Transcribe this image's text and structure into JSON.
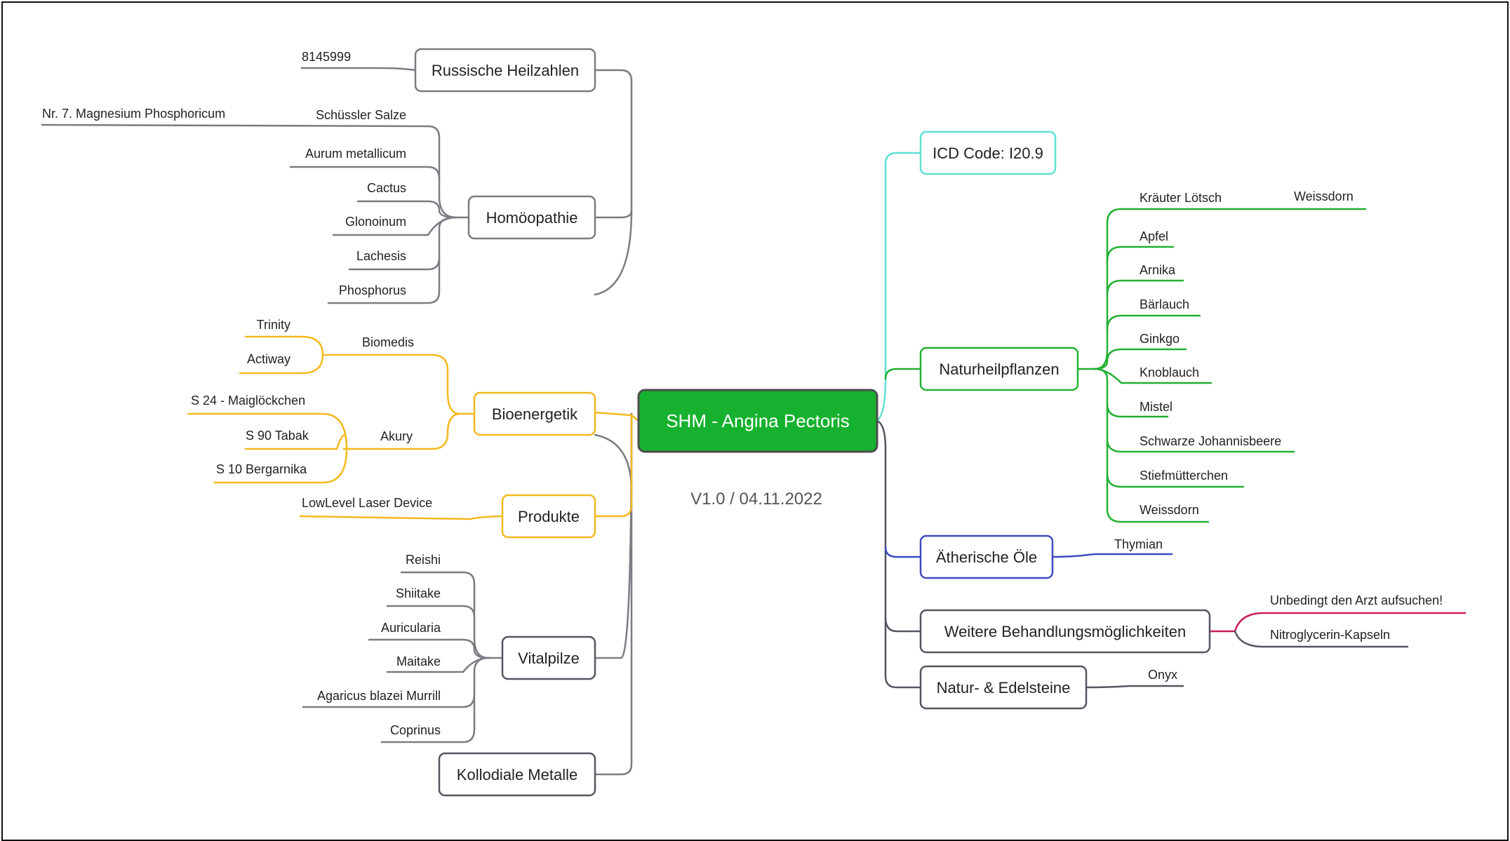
{
  "center": {
    "title": "SHM - Angina Pectoris",
    "version": "V1.0 / 04.11.2022",
    "color": "#16b12e"
  },
  "colors": {
    "gray": "#7b7b82",
    "yellow": "#f5b91f",
    "cyan": "#5fe0d4",
    "green": "#22b032",
    "blue": "#3f4bbf",
    "crimson": "#c81e5a",
    "dark": "#555560"
  },
  "left": {
    "russ": {
      "label": "Russische Heilzahlen",
      "items": [
        "8145999"
      ]
    },
    "homoo": {
      "label": "Homöopathie",
      "items": [
        "Schüssler Salze",
        "Aurum metallicum",
        "Cactus",
        "Glonoinum",
        "Lachesis",
        "Phosphorus"
      ],
      "schuessler_sub": "Nr. 7. Magnesium Phosphoricum"
    },
    "bioen": {
      "label": "Bioenergetik",
      "biomedis": {
        "label": "Biomedis",
        "items": [
          "Trinity",
          "Actiway"
        ]
      },
      "akury": {
        "label": "Akury",
        "items": [
          "S 24 - Maiglöckchen",
          "S 90 Tabak",
          "S 10 Bergarnika"
        ]
      }
    },
    "produkte": {
      "label": "Produkte",
      "items": [
        "LowLevel Laser Device"
      ]
    },
    "vital": {
      "label": "Vitalpilze",
      "items": [
        "Reishi",
        "Shiitake",
        "Auricularia",
        "Maitake",
        "Agaricus blazei Murrill",
        "Coprinus"
      ]
    },
    "kollo": {
      "label": "Kollodiale Metalle"
    }
  },
  "right": {
    "icd": {
      "label": "ICD Code: I20.9"
    },
    "natur": {
      "label": "Naturheilpflanzen",
      "items": [
        "Kräuter Lötsch",
        "Apfel",
        "Arnika",
        "Bärlauch",
        "Ginkgo",
        "Knoblauch",
        "Mistel",
        "Schwarze Johannisbeere",
        "Stiefmütterchen",
        "Weissdorn"
      ],
      "kraeuter_sub": "Weissdorn"
    },
    "oele": {
      "label": "Ätherische Öle",
      "items": [
        "Thymian"
      ]
    },
    "weitere": {
      "label": "Weitere Behandlungsmöglichkeiten",
      "items": [
        "Unbedingt den Arzt aufsuchen!",
        "Nitroglycerin-Kapseln"
      ]
    },
    "steine": {
      "label": "Natur- & Edelsteine",
      "items": [
        "Onyx"
      ]
    }
  }
}
